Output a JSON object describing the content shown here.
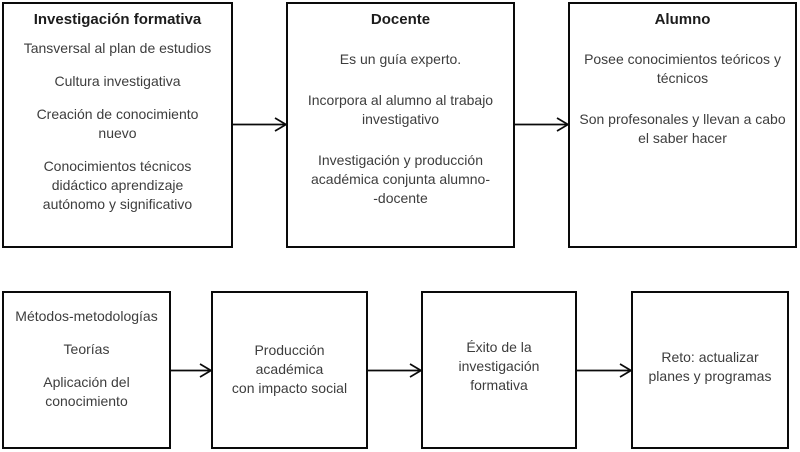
{
  "colors": {
    "background": "#ffffff",
    "box_border": "#0a0a0a",
    "title_text": "#1c1c1c",
    "body_text": "#3d3d3d",
    "arrow": "#0a0a0a"
  },
  "top_row": {
    "box1": {
      "title": "Investigación formativa",
      "items": [
        "Tansversal al plan de estudios",
        "Cultura investigativa",
        "Creación de conocimiento\nnuevo",
        "Conocimientos técnicos\ndidáctico aprendizaje\nautónomo y significativo"
      ]
    },
    "box2": {
      "title": "Docente",
      "items": [
        "Es un guía experto.",
        "Incorpora al alumno al trabajo\ninvestigativo",
        "Investigación y producción\nacadémica conjunta alumno-\n-docente"
      ]
    },
    "box3": {
      "title": "Alumno",
      "items": [
        "Posee conocimientos teóricos y\ntécnicos",
        "Son profesonales y llevan a cabo\nel saber hacer"
      ]
    }
  },
  "bottom_row": {
    "box1": {
      "items": [
        "Métodos-metodologías",
        "Teorías",
        "Aplicación del\nconocimiento"
      ]
    },
    "box2": {
      "items": [
        "Producción\nacadémica\ncon impacto social"
      ]
    },
    "box3": {
      "items": [
        "Éxito de la\ninvestigación\nformativa"
      ]
    },
    "box4": {
      "items": [
        "Reto: actualizar\nplanes y programas"
      ]
    }
  }
}
